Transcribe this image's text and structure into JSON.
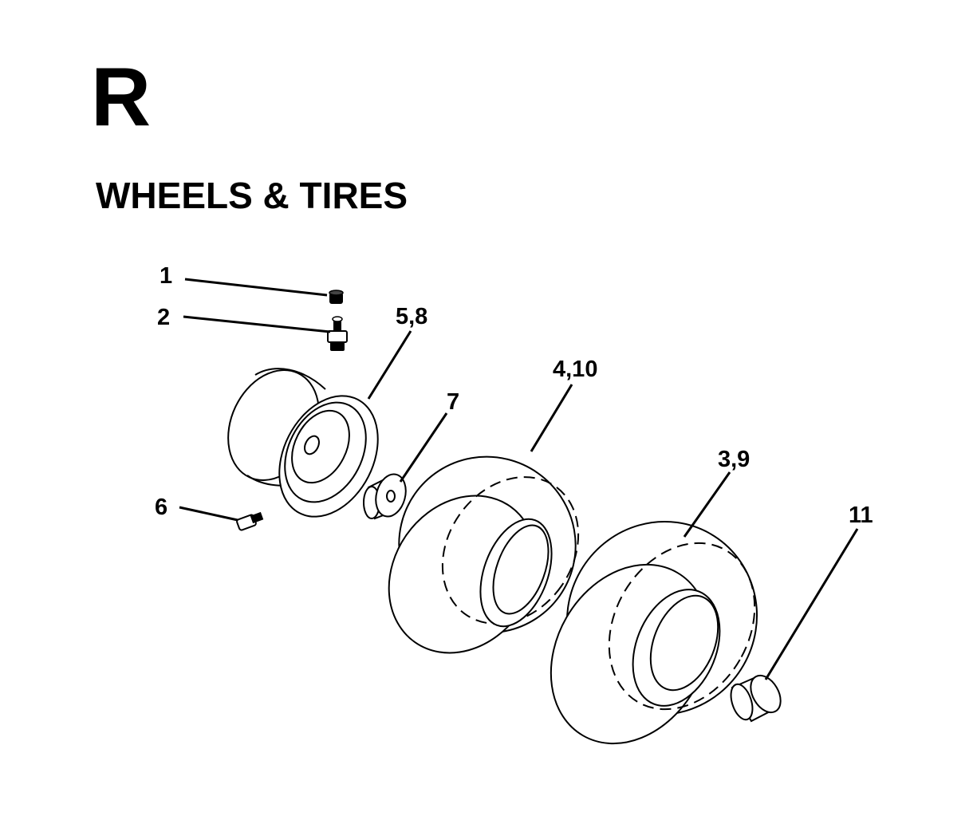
{
  "section": {
    "letter": "R",
    "title": "WHEELS & TIRES"
  },
  "callouts": {
    "c1": "1",
    "c2": "2",
    "c3": "5,8",
    "c4": "4,10",
    "c5": "7",
    "c6": "3,9",
    "c7": "6",
    "c8": "11"
  }
}
